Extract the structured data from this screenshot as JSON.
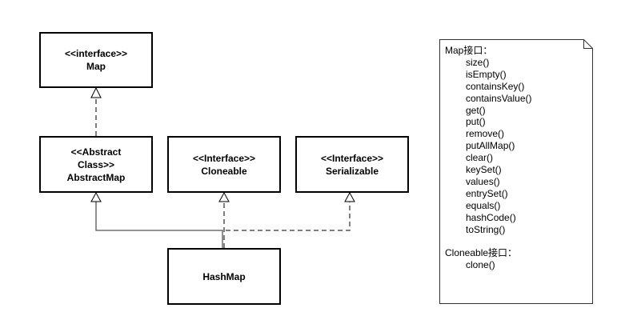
{
  "classes": {
    "map": {
      "line1": "<<interface>>",
      "line2": "Map"
    },
    "abstract_map": {
      "line1": "<<Abstract",
      "line2": "Class>>",
      "line3": "AbstractMap"
    },
    "cloneable": {
      "line1": "<<Interface>>",
      "line2": "Cloneable"
    },
    "serializable": {
      "line1": "<<Interface>>",
      "line2": "Serializable"
    },
    "hashmap": {
      "label": "HashMap"
    }
  },
  "note": {
    "map_header": "Map接口：",
    "map_methods": [
      "size()",
      "isEmpty()",
      "containsKey()",
      "containsValue()",
      "get()",
      "put()",
      "remove()",
      "putAllMap()",
      "clear()",
      "keySet()",
      "values()",
      "entrySet()",
      "equals()",
      "hashCode()",
      "toString()"
    ],
    "cloneable_header": "Cloneable接口：",
    "cloneable_methods": [
      "clone()"
    ]
  },
  "colors": {
    "line": "#000000",
    "dashed": "#555555",
    "note_border": "#333333"
  }
}
